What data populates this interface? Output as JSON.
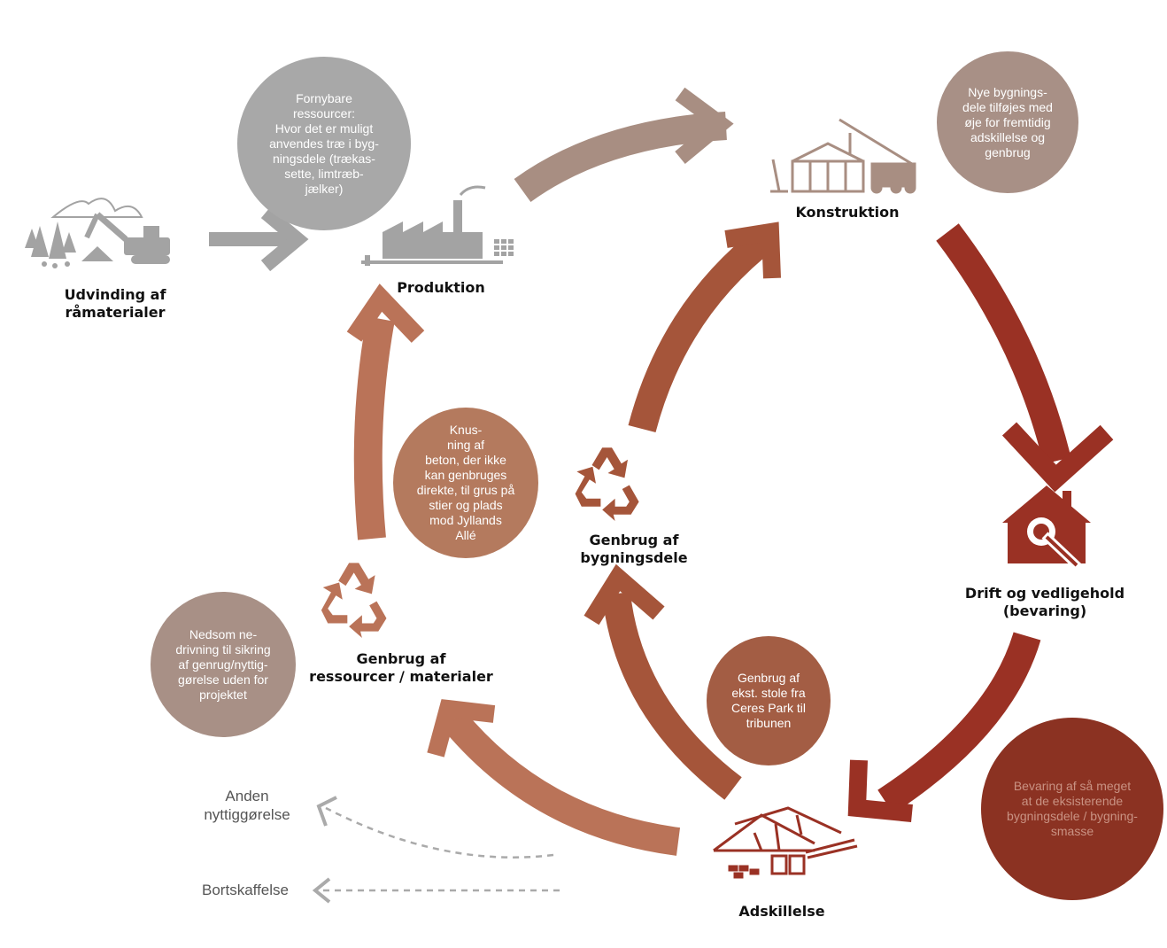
{
  "colors": {
    "gray": "#a3a3a3",
    "gray_bubble": "#a8a8a8",
    "mauve": "#a88e82",
    "mauve_bubble": "#a89086",
    "terracotta": "#ba7358",
    "terracotta_bubble": "#b47a5e",
    "rust": "#a5553a",
    "rust_bubble": "#a35d44",
    "red": "#9a3124",
    "red_bubble": "#8b3222",
    "dash": "#aaaaaa"
  },
  "stages": {
    "udvinding": "Udvinding af\nråmaterialer",
    "produktion": "Produktion",
    "konstruktion": "Konstruktion",
    "drift": "Drift og vedligehold\n(bevaring)",
    "adskillelse": "Adskillelse",
    "genbrug_bygningsdele": "Genbrug af\nbygningsdele",
    "genbrug_ressourcer": "Genbrug af\nressourcer / materialer"
  },
  "bubbles": {
    "fornybare": "Fornybare\nressourcer:\nHvor det er muligt\nanvendes træ i byg-\nningsdele (trækas-\nsette, limtræb-\njælker)",
    "nye_bygningsdele": "Nye bygnings-\ndele tilføjes med\nøje for fremtidig\nadskillelse og\ngenbrug",
    "knusning": "Knus-\nning af\nbeton, der ikke\nkan genbruges\ndirekte, til grus på\nstier og plads\nmod Jyllands\nAllé",
    "nedsom": "Nedsom ne-\ndrivning til sikring\naf genrug/nyttig-\ngørelse uden for\nprojektet",
    "genbrug_stole": "Genbrug af\nekst. stole fra\nCeres Park til\ntribunen",
    "bevaring": "Bevaring af så meget\nat de eksisterende\nbygningsdele / bygning-\nsmasse"
  },
  "side_labels": {
    "anden": "Anden\nnyttiggørelse",
    "bortskaffelse": "Bortskaffelse"
  },
  "icons": [
    "forest-excavator-icon",
    "factory-icon",
    "crane-truck-icon",
    "house-wrench-icon",
    "recycle-icon",
    "roof-truss-pile-icon"
  ]
}
